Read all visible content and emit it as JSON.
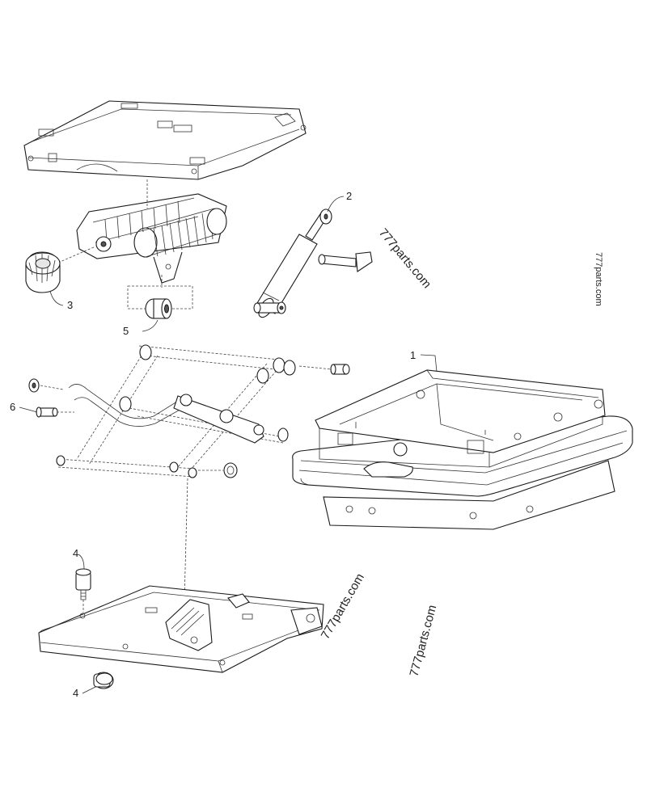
{
  "callouts": {
    "c1": "1",
    "c2": "2",
    "c3": "3",
    "c4a": "4",
    "c4b": "4",
    "c5": "5",
    "c6": "6"
  },
  "watermarks": {
    "w1": "777parts.com",
    "w2": "777parts.com",
    "w3": "777parts.com",
    "w4": "777parts.com"
  },
  "colors": {
    "line": "#1a1a1a",
    "background": "#ffffff"
  }
}
